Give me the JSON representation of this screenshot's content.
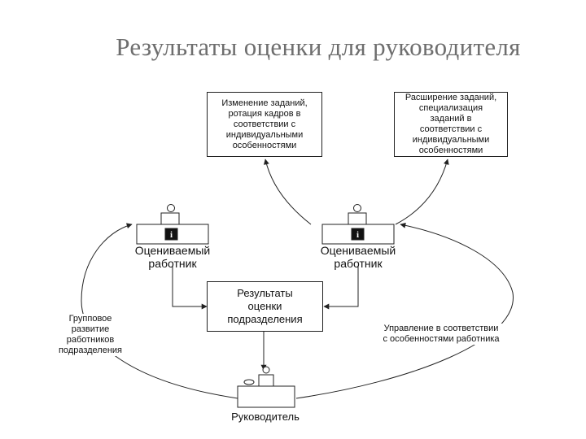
{
  "title": "Результаты оценки для руководителя",
  "boxes": {
    "task_change": "Изменение заданий,\nротация кадров в\nсоответствии с\nиндивидуальными\nособенностями",
    "task_expand": "Расширение заданий,\nспециализация\nзаданий в\nсоответствии с\nиндивидуальными\nособенностями",
    "dept_results": "Результаты\nоценки\nподразделения"
  },
  "nodes": {
    "employee_left": "Оцениваемый\nработник",
    "employee_right": "Оцениваемый\nработник",
    "manager": "Руководитель"
  },
  "edges": {
    "left_curve": "Групповое\nразвитие\nработников\nподразделения",
    "right_curve": "Управление в соответствии\nс особенностями работника"
  },
  "colors": {
    "title": "#6e6e6e",
    "line": "#222222"
  },
  "icons": [
    "person-icon",
    "info-icon"
  ]
}
